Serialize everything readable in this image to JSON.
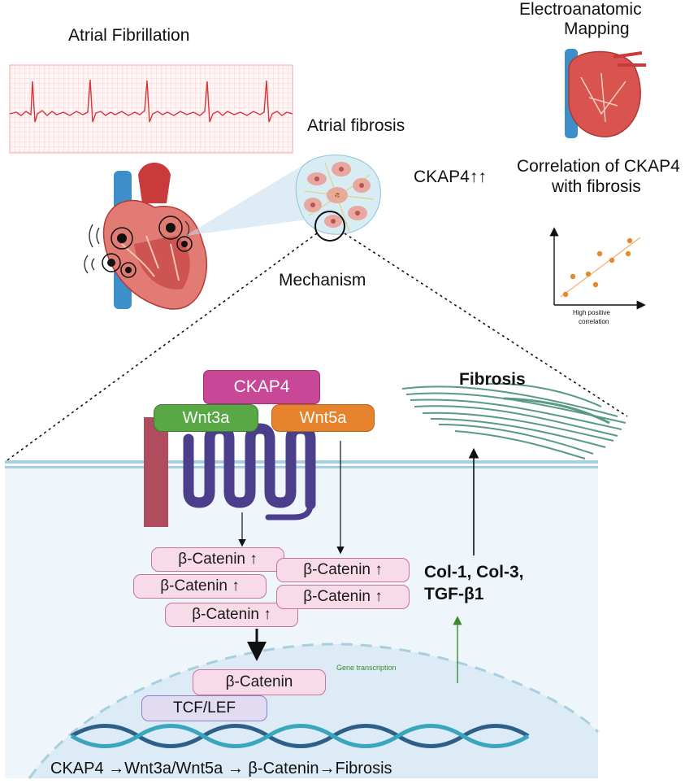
{
  "titles": {
    "atrial_fibrillation": "Atrial Fibrillation",
    "electroanatomic_line1": "Electroanatomic",
    "electroanatomic_line2": "Mapping",
    "atrial_fibrosis": "Atrial fibrosis",
    "ckap4_up": "CKAP4↑↑",
    "correlation_line1": "Correlation of CKAP4",
    "correlation_line2": "with fibrosis",
    "mechanism": "Mechanism",
    "correlation_caption_line1": "High positive",
    "correlation_caption_line2": "correlation"
  },
  "pathway": {
    "ckap4": "CKAP4",
    "wnt3a": "Wnt3a",
    "wnt5a": "Wnt5a",
    "beta_catenin_up": "β-Catenin ↑",
    "beta_catenin": "β-Catenin",
    "tcf_lef": "TCF/LEF",
    "gene_transcription": "Gene transcription",
    "fibrosis": "Fibrosis",
    "markers_line1": "Col-1, Col-3,",
    "markers_line2": "TGF-β1"
  },
  "summary": "CKAP4 →Wnt3a/Wnt5a → β-Catenin→Fibrosis",
  "colors": {
    "ckap4": "#c84796",
    "wnt3a": "#58a846",
    "wnt5a": "#e7832d",
    "receptor": "#4b3f8c",
    "coreceptor": "#b04c5d",
    "membrane": "#a8cfe0",
    "cell_fill": "#eef6fb",
    "nucleus": "#dcebf5",
    "ecg": "#d8343a",
    "fibrosis": "#3a8a6a",
    "scatter_point": "#e58a2e",
    "gene_transcription": "#3b8c2e"
  }
}
